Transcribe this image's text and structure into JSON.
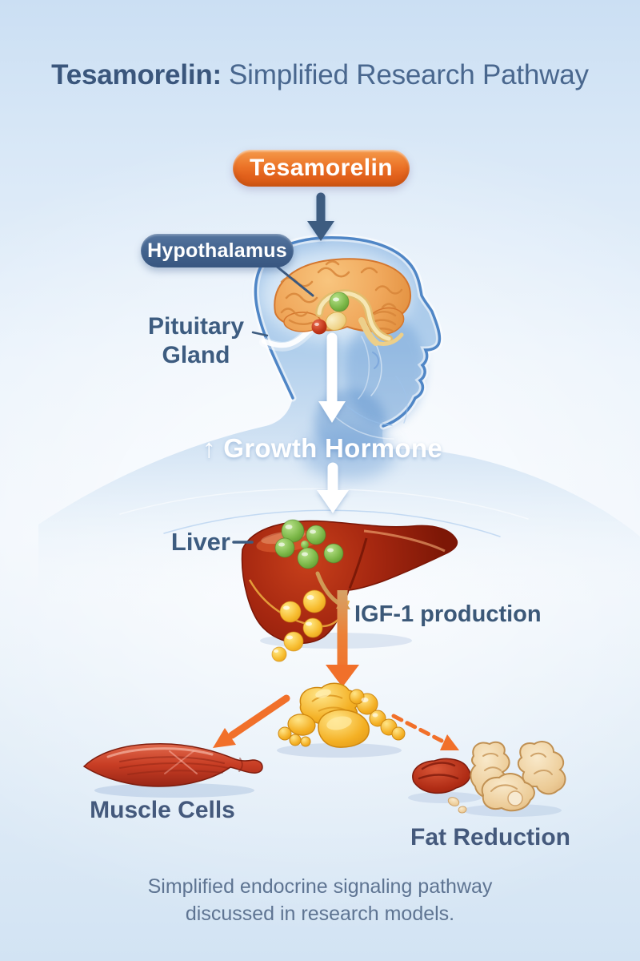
{
  "title": {
    "product": "Tesamorelin:",
    "subtitle": "Simplified Research Pathway"
  },
  "pathway": {
    "drug_badge": "Tesamorelin",
    "hypothalamus_label": "Hypothalamus",
    "pituitary_label_line1": "Pituitary",
    "pituitary_label_line2": "Gland",
    "growth_hormone_label": "↑ Growth Hormone",
    "liver_label": "Liver",
    "igf1_label": "IGF-1 production",
    "muscle_label": "Muscle Cells",
    "fat_label": "Fat Reduction"
  },
  "footer": {
    "line1": "Simplified endocrine signaling pathway",
    "line2": "discussed in research models."
  },
  "colors": {
    "accent_orange": "#e8671f",
    "arrow_orange": "#f17028",
    "navy": "#3d5c80",
    "label_slate": "#44597c",
    "pill_navy": "#41618c",
    "background_blue": "#d6e6f6",
    "silhouette_blue": "#a6c6e8",
    "brain_orange": "#f0a85c",
    "hormone_green": "#7ab646",
    "igf_yellow": "#f7bc2e",
    "liver_red": "#a52710",
    "muscle_red": "#c23a22",
    "fat_beige": "#f0d4a6",
    "footer_text": "#5e7492"
  },
  "illustrations": {
    "silhouette": "human-profile-silhouette",
    "brain": "brain-illustration",
    "hypothalamus": "hypothalamus-sphere",
    "pituitary": "pituitary-gland-sphere",
    "liver": "liver-illustration",
    "gh_molecules": "growth-hormone-molecules",
    "igf_molecules": "igf1-molecules",
    "adipose": "adipose-tissue-cluster",
    "muscle": "muscle-cell-spindle",
    "fat_reduction": "shrunken-fat-pieces"
  }
}
